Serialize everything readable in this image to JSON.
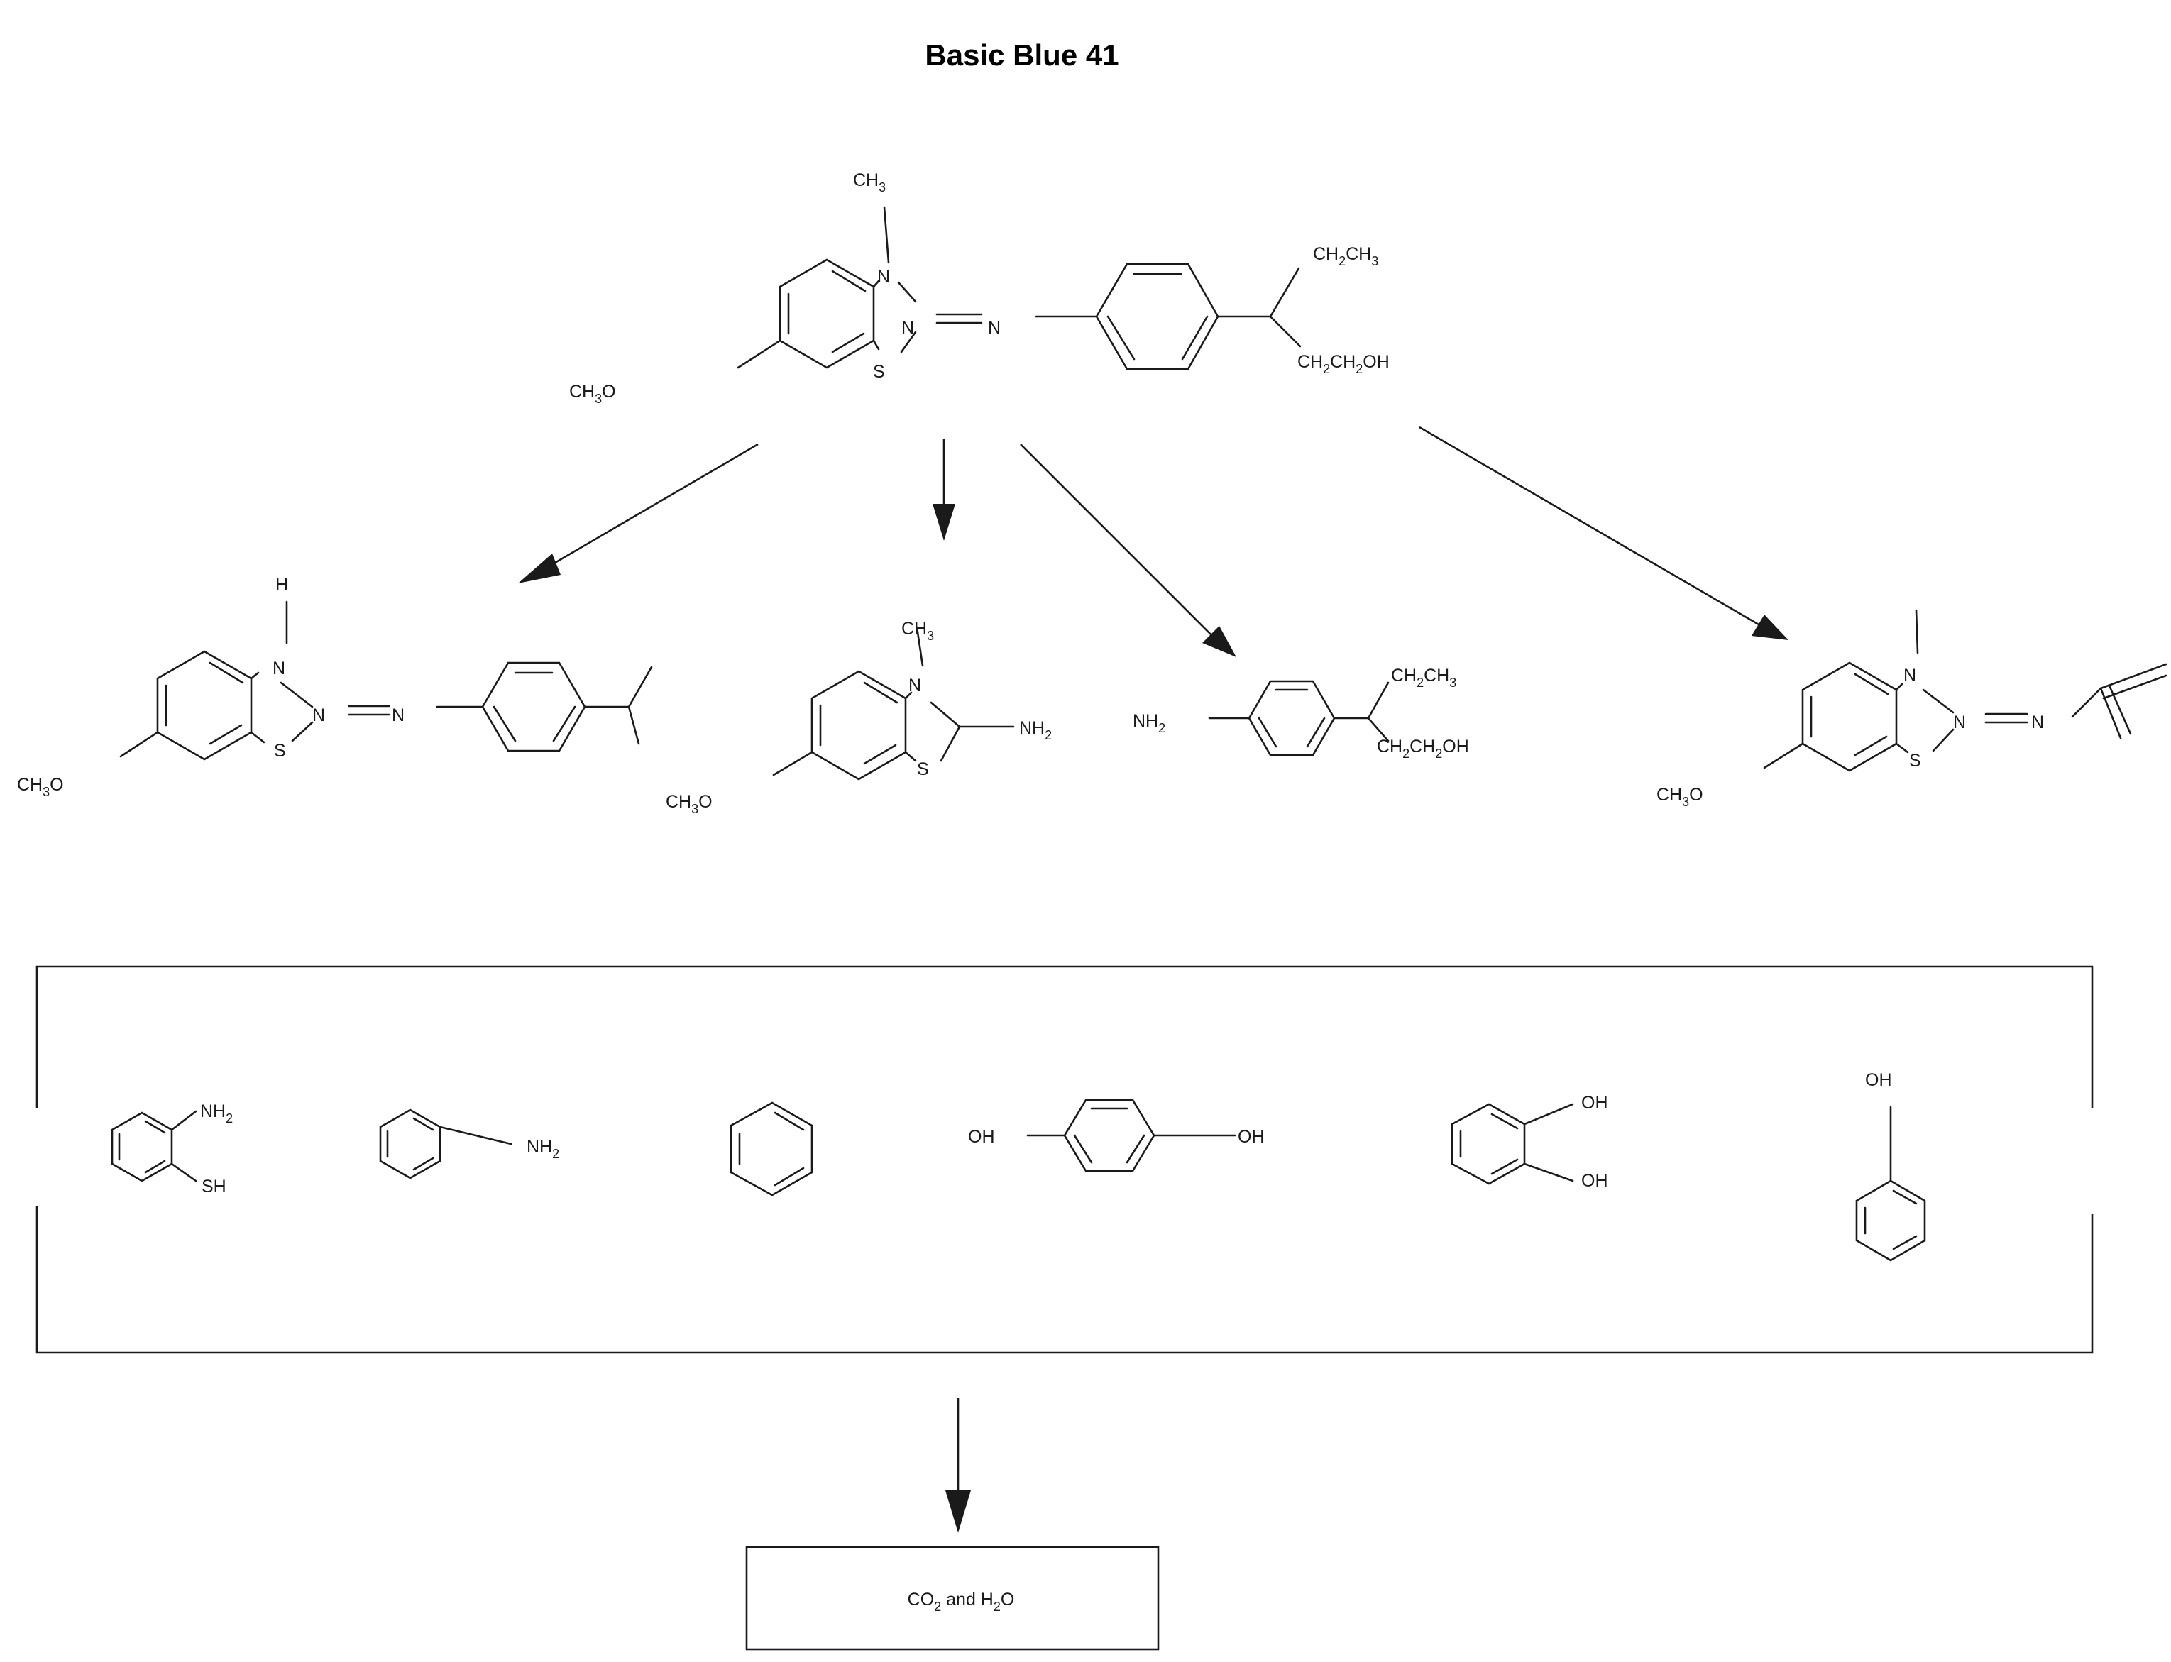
{
  "title": "Basic Blue 41",
  "parent": {
    "labels": {
      "ch3": [
        "CH",
        "3"
      ],
      "ch3o": [
        "CH",
        "3",
        "O"
      ],
      "n1": "N",
      "n2": "N",
      "n3": "N",
      "s": "S",
      "ch2ch3": [
        "CH",
        "2",
        "CH",
        "3"
      ],
      "ch2ch2oh": [
        "CH",
        "2",
        "CH",
        "2",
        "OH"
      ]
    }
  },
  "products": {
    "p1": {
      "h": "H",
      "n1": "N",
      "n2": "N",
      "n3": "N",
      "s": "S",
      "ch3o": [
        "CH",
        "3",
        "O"
      ]
    },
    "p2": {
      "ch3": [
        "CH",
        "3"
      ],
      "n": "N",
      "s": "S",
      "nh2": [
        "NH",
        "2"
      ],
      "ch3o": [
        "CH",
        "3",
        "O"
      ]
    },
    "p3": {
      "nh2": [
        "NH",
        "2"
      ],
      "ch2ch3": [
        "CH",
        "2",
        "CH",
        "3"
      ],
      "ch2ch2oh": [
        "CH",
        "2",
        "CH",
        "2",
        "OH"
      ]
    },
    "p4": {
      "n1": "N",
      "n2": "N",
      "n3": "N",
      "s": "S",
      "ch3o": [
        "CH",
        "3",
        "O"
      ]
    }
  },
  "intermediates": {
    "i1": {
      "nh2": [
        "NH",
        "2"
      ],
      "sh": "SH"
    },
    "i2": {
      "nh2": [
        "NH",
        "2"
      ]
    },
    "i4": {
      "oh_left": "OH",
      "oh_right": "OH"
    },
    "i5": {
      "oh_top": "OH",
      "oh_bottom": "OH"
    },
    "i6": {
      "oh": "OH"
    }
  },
  "final": {
    "parts": [
      "CO",
      "2",
      " and H",
      "2",
      "O"
    ]
  }
}
